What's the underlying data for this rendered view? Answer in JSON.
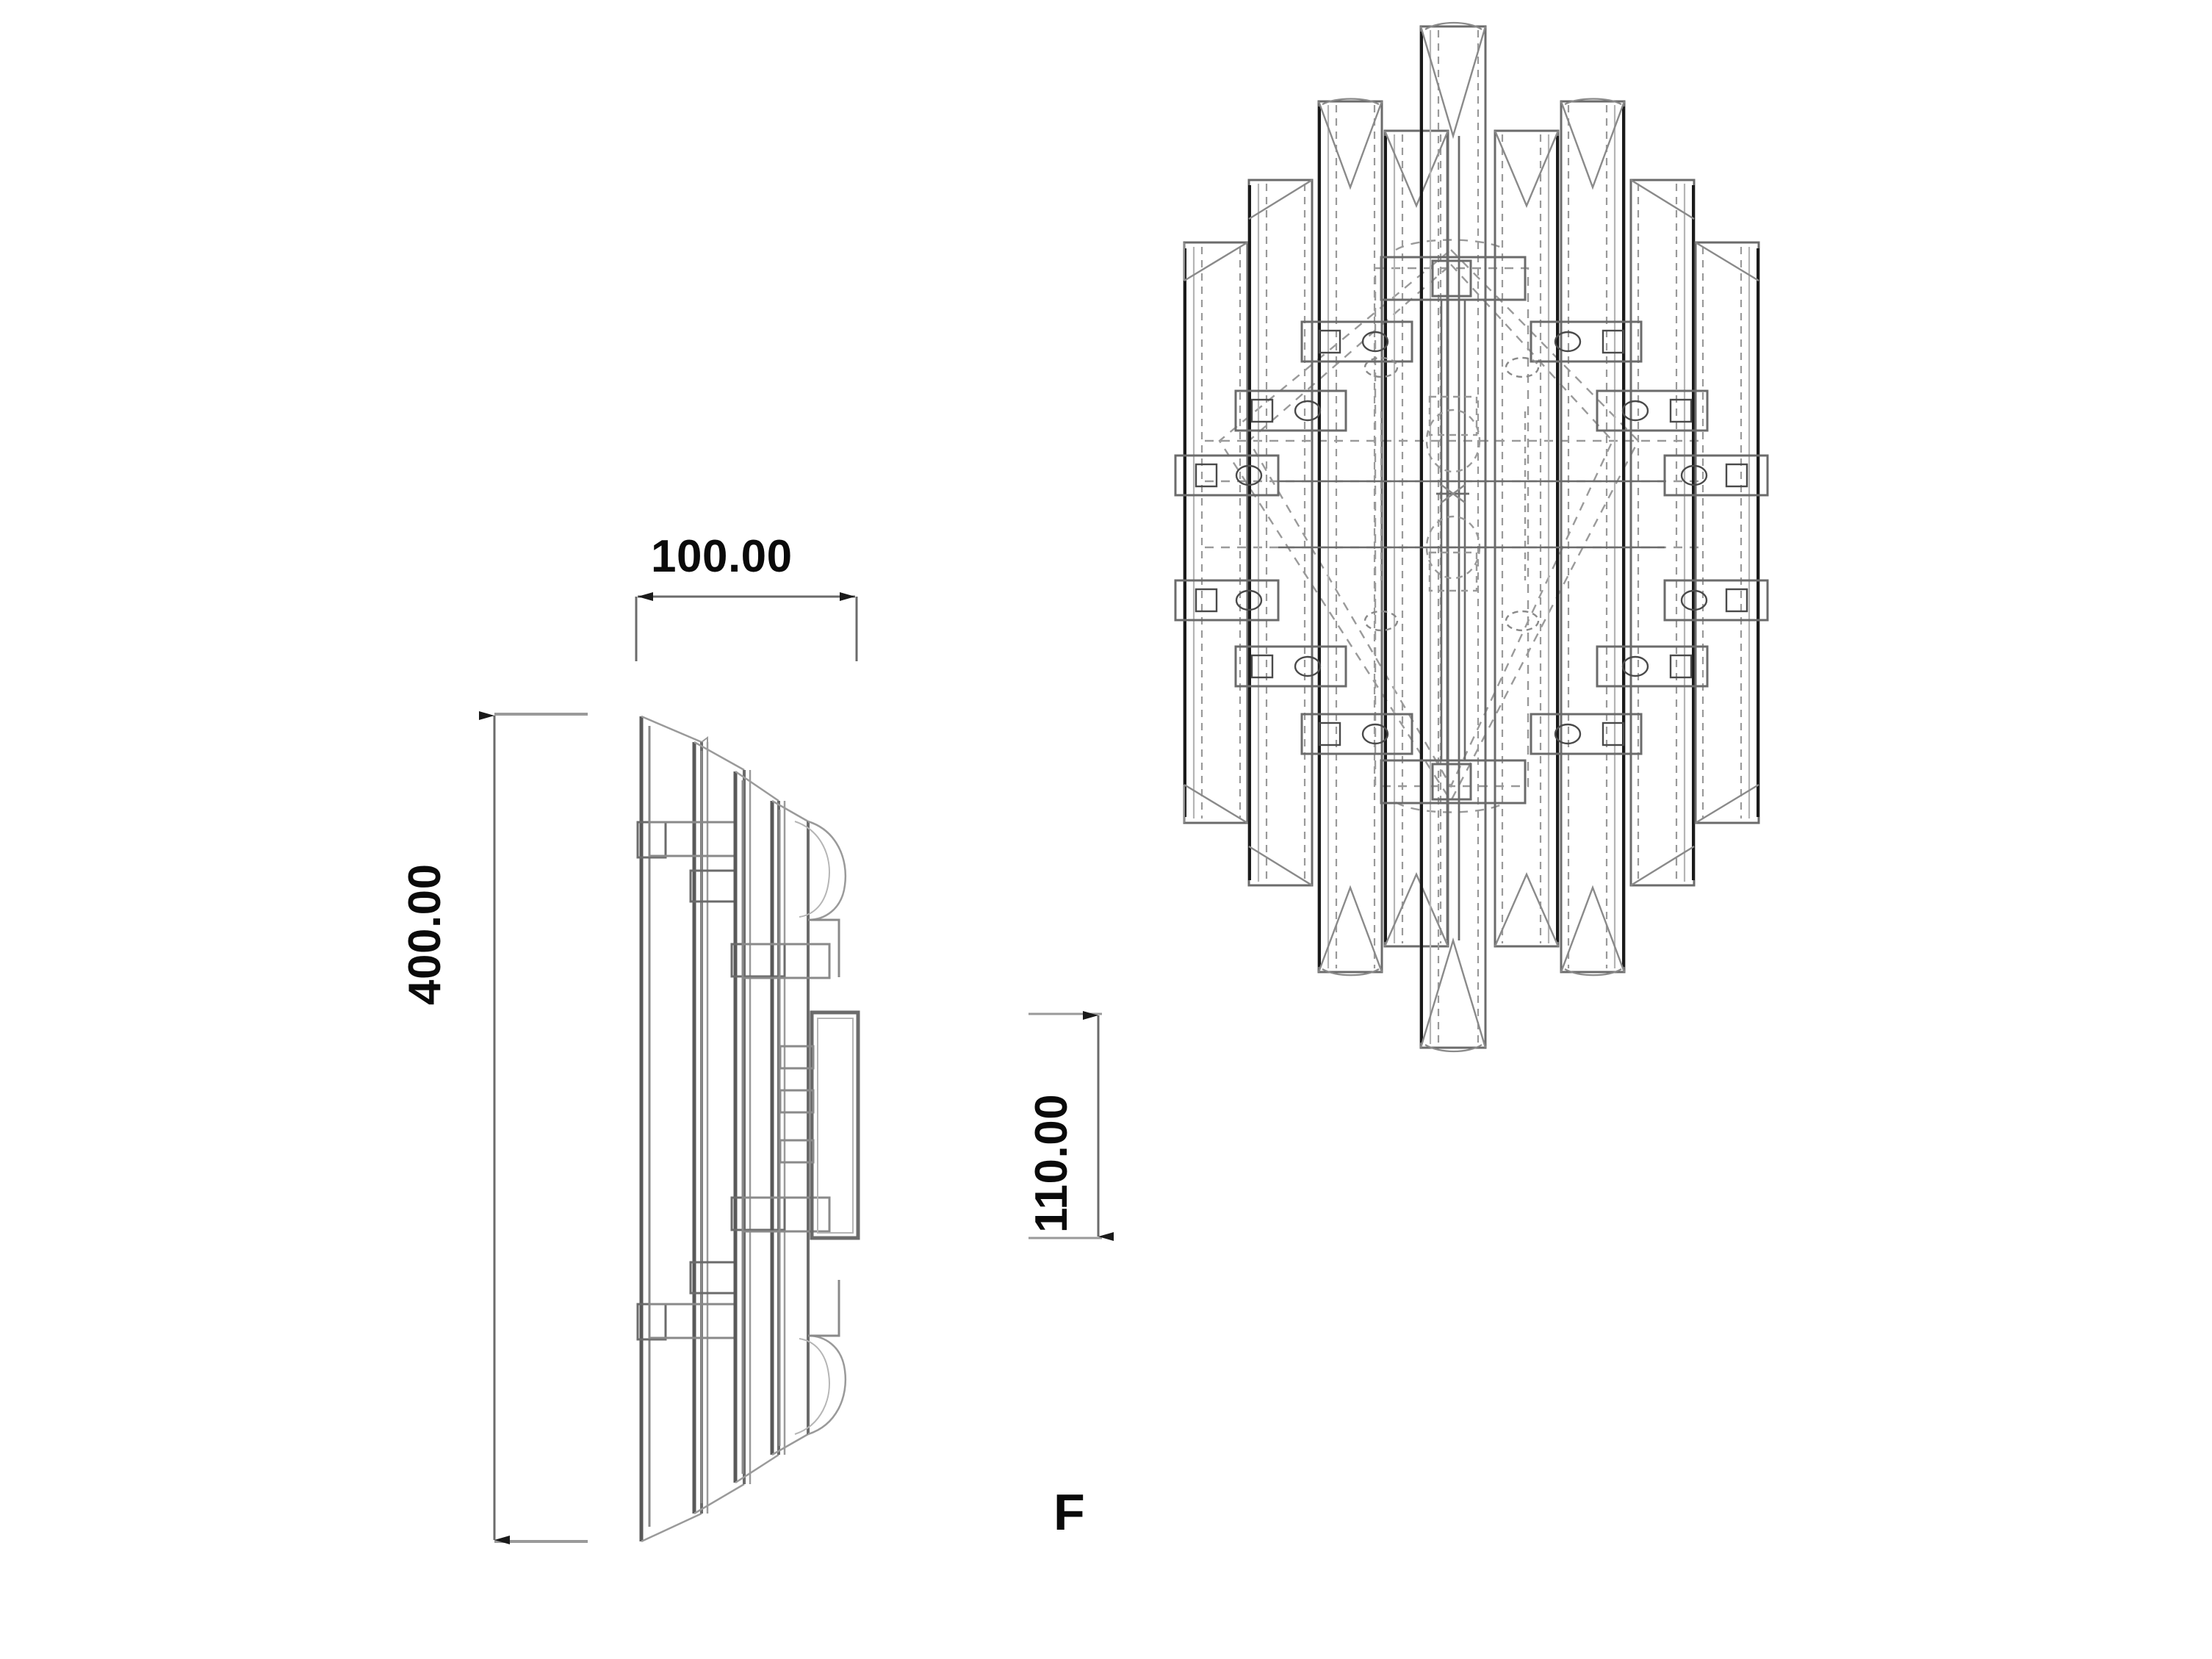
{
  "drawing": {
    "type": "cad-technical-drawing",
    "subject": "wall-sconce-light-fixture",
    "background_color": "#ffffff",
    "line_color": "#4a4a4a",
    "dark_line_color": "#1a1a1a",
    "text_color": "#0a0a0a"
  },
  "dimensions": {
    "width": {
      "label": "100.00",
      "orientation": "horizontal",
      "view": "side-view"
    },
    "height": {
      "label": "400.00",
      "orientation": "vertical",
      "view": "side-view"
    },
    "depth": {
      "label": "110.00",
      "orientation": "vertical",
      "view": "front-view"
    }
  },
  "labels": {
    "view_label": "F"
  },
  "views": [
    {
      "name": "side-view",
      "label": "",
      "position": "left"
    },
    {
      "name": "front-view",
      "label": "",
      "position": "right"
    }
  ]
}
